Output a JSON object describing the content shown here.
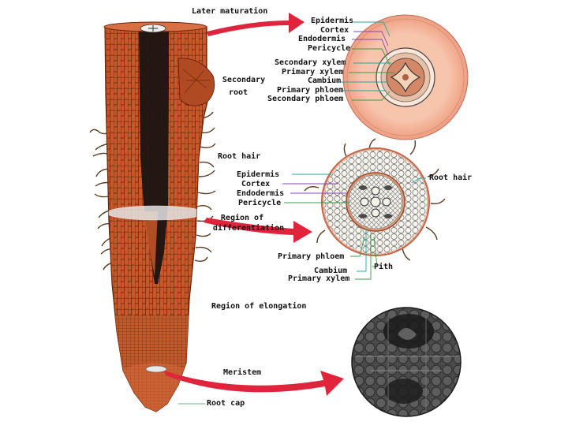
{
  "labels": {
    "later_maturation": "Later maturation",
    "secondary_root_line1": "Secondary",
    "secondary_root_line2": "root",
    "root_hair_left": "Root hair",
    "region_diff_line1": "Region of",
    "region_diff_line2": "differentiation",
    "region_elongation": "Region of elongation",
    "meristem": "Meristem",
    "root_cap": "Root cap",
    "mature_section": {
      "epidermis": "Epidermis",
      "cortex": "Cortex",
      "endodermis": "Endodermis",
      "pericycle": "Pericycle",
      "secondary_xylem": "Secondary xylem",
      "primary_xylem": "Primary xylem",
      "cambium": "Cambium",
      "primary_phloem": "Primary phloem",
      "secondary_phloem": "Secondary phloem"
    },
    "young_section": {
      "epidermis": "Epidermis",
      "cortex": "Cortex",
      "endodermis": "Endodermis",
      "pericycle": "Pericycle",
      "root_hair": "Root hair",
      "primary_phloem": "Primary phloem",
      "pith": "Pith",
      "cambium": "Cambium",
      "primary_xylem": "Primary xylem"
    }
  },
  "colors": {
    "root_orange": "#c8582a",
    "root_dark": "#8a2e10",
    "cell_line": "#4a1a08",
    "vascular_core": "#1c1410",
    "arrow_red": "#e0243c",
    "mature_disc": "#f2b49a",
    "young_cortex": "#f4f1ea",
    "leader_teal": "#2aa4a4",
    "leader_purple": "#8a46b4",
    "leader_green": "#3c9a4a",
    "micrograph_dark": "#2a2a2a"
  }
}
